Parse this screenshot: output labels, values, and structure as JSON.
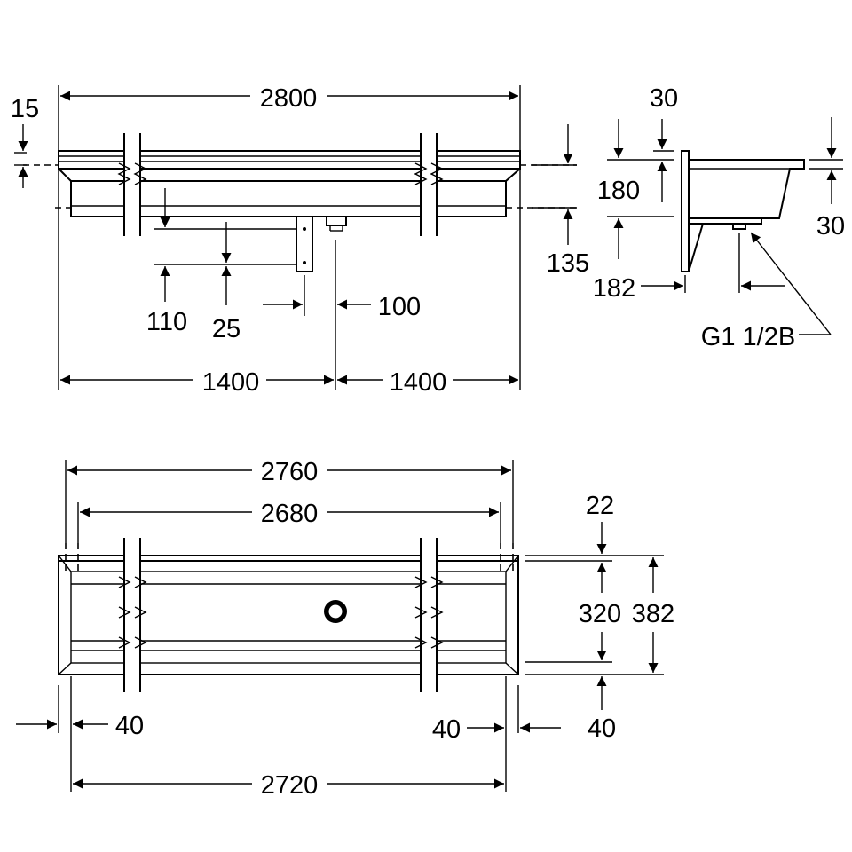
{
  "front_view": {
    "overall_length": "2800",
    "rim_height": "15",
    "drop_135": "135",
    "bracket_110": "110",
    "bracket_25": "25",
    "drain_offset": "100",
    "half_left": "1400",
    "half_right": "1400"
  },
  "side_view": {
    "top_30": "30",
    "height_180": "180",
    "right_30": "30",
    "depth_182": "182",
    "thread_label": "G1 1/2B"
  },
  "top_view": {
    "outer_length": "2760",
    "inner_length": "2680",
    "bottom_length": "2720",
    "left_40": "40",
    "right_40": "40",
    "lip_22": "22",
    "inner_depth": "320",
    "outer_depth": "382",
    "bottom_40": "40"
  },
  "colors": {
    "line": "#000000",
    "background": "#ffffff"
  }
}
